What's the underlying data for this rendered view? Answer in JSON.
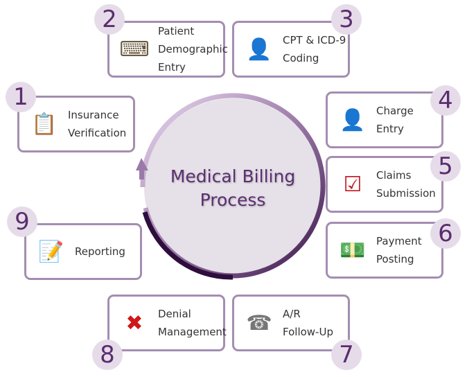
{
  "center": {
    "line1": "Medical Billing",
    "line2": "Process"
  },
  "steps": [
    {
      "number": "1",
      "lines": [
        "Insurance",
        "Verification"
      ],
      "icon": "clipboard-icon"
    },
    {
      "number": "2",
      "lines": [
        "Patient",
        "Demographic",
        "Entry"
      ],
      "icon": "keyboard-pen-icon"
    },
    {
      "number": "3",
      "lines": [
        "CPT & ICD-9",
        "Coding"
      ],
      "icon": "person-documents-icon"
    },
    {
      "number": "4",
      "lines": [
        "Charge",
        "Entry"
      ],
      "icon": "person-check-icon"
    },
    {
      "number": "5",
      "lines": [
        "Claims",
        "Submission"
      ],
      "icon": "checkbox-icon"
    },
    {
      "number": "6",
      "lines": [
        "Payment",
        "Posting"
      ],
      "icon": "money-monitor-icon"
    },
    {
      "number": "7",
      "lines": [
        "A/R",
        "Follow-Up"
      ],
      "icon": "phone-icon"
    },
    {
      "number": "8",
      "lines": [
        "Denial",
        "Management"
      ],
      "icon": "red-x-icon"
    },
    {
      "number": "9",
      "lines": [
        "Reporting"
      ],
      "icon": "checklist-icon"
    }
  ],
  "colors": {
    "accent": "#5b2f72",
    "border": "#a48db0",
    "badge": "#e6dce9",
    "circle": "#e6e0e8"
  }
}
